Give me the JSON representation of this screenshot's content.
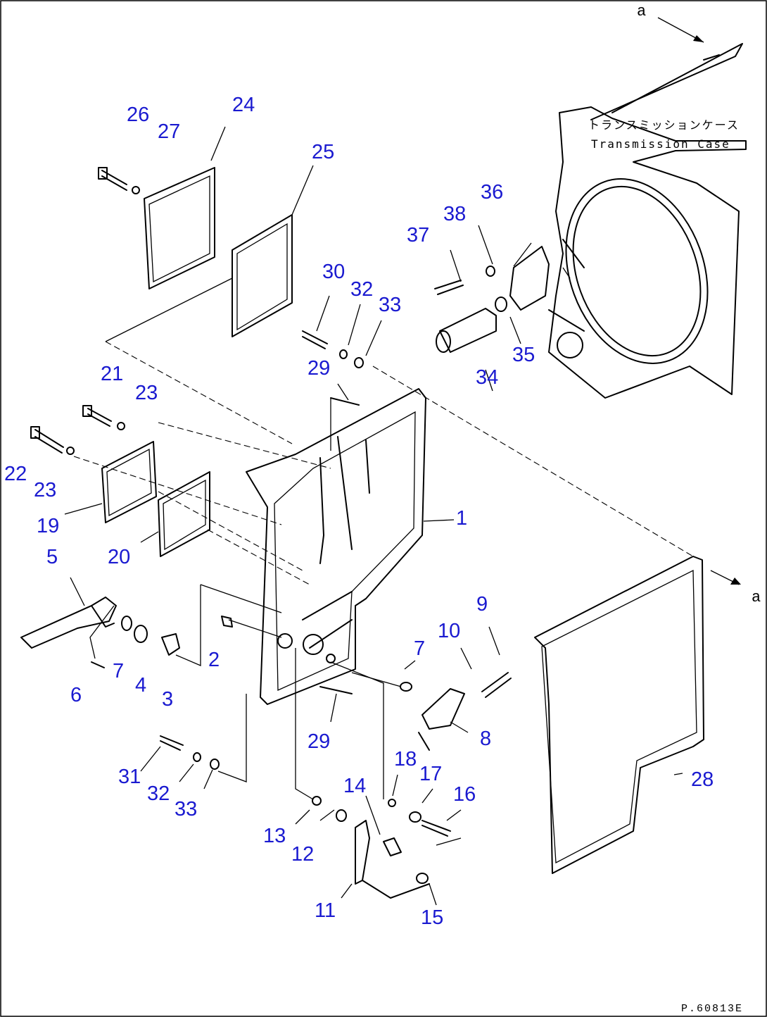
{
  "case_label_jp": "トランスミッションケース",
  "case_label_en": "Transmission Case",
  "arrow_ref_top": "a",
  "arrow_ref_right": "a",
  "drawing_number": "P.60813E",
  "callouts": {
    "c1": "1",
    "c2": "2",
    "c3": "3",
    "c4": "4",
    "c5": "5",
    "c6": "6",
    "c7a": "7",
    "c7b": "7",
    "c8": "8",
    "c9": "9",
    "c10": "10",
    "c11": "11",
    "c12": "12",
    "c13": "13",
    "c14": "14",
    "c15": "15",
    "c16": "16",
    "c17": "17",
    "c18": "18",
    "c19": "19",
    "c20": "20",
    "c21": "21",
    "c22": "22",
    "c23a": "23",
    "c23b": "23",
    "c24": "24",
    "c25": "25",
    "c26": "26",
    "c27": "27",
    "c28": "28",
    "c29a": "29",
    "c29b": "29",
    "c30": "30",
    "c31": "31",
    "c32a": "32",
    "c32b": "32",
    "c33a": "33",
    "c33b": "33",
    "c34": "34",
    "c35": "35",
    "c36": "36",
    "c37": "37",
    "c38": "38"
  }
}
